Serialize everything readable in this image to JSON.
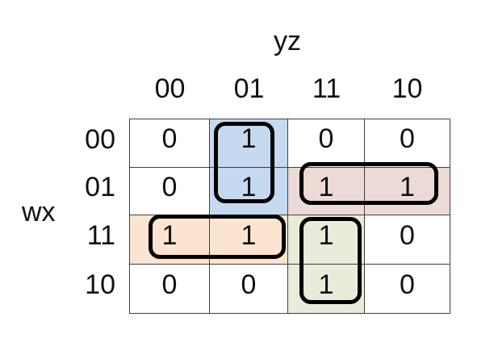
{
  "labels": {
    "column_var": "yz",
    "row_var": "wx"
  },
  "column_headers": [
    "00",
    "01",
    "11",
    "10"
  ],
  "row_headers": [
    "00",
    "01",
    "11",
    "10"
  ],
  "cells": [
    [
      "0",
      "1",
      "0",
      "0"
    ],
    [
      "0",
      "1",
      "1",
      "1"
    ],
    [
      "1",
      "1",
      "1",
      "0"
    ],
    [
      "0",
      "0",
      "1",
      "0"
    ]
  ],
  "groups": [
    {
      "name": "blue-group",
      "fill": "#c7d9f0",
      "rows": [
        "00",
        "01"
      ],
      "cols": [
        "01"
      ]
    },
    {
      "name": "pink-group",
      "fill": "#ecdad6",
      "rows": [
        "01"
      ],
      "cols": [
        "11",
        "10"
      ]
    },
    {
      "name": "orange-group",
      "fill": "#fbe5d2",
      "rows": [
        "11"
      ],
      "cols": [
        "00",
        "01"
      ]
    },
    {
      "name": "green-group",
      "fill": "#e8ecda",
      "rows": [
        "11",
        "10"
      ],
      "cols": [
        "11"
      ]
    }
  ],
  "colors": {
    "outline": "#000000",
    "grid_line": "#3f3f3f",
    "background": "#ffffff",
    "text": "#111111"
  }
}
